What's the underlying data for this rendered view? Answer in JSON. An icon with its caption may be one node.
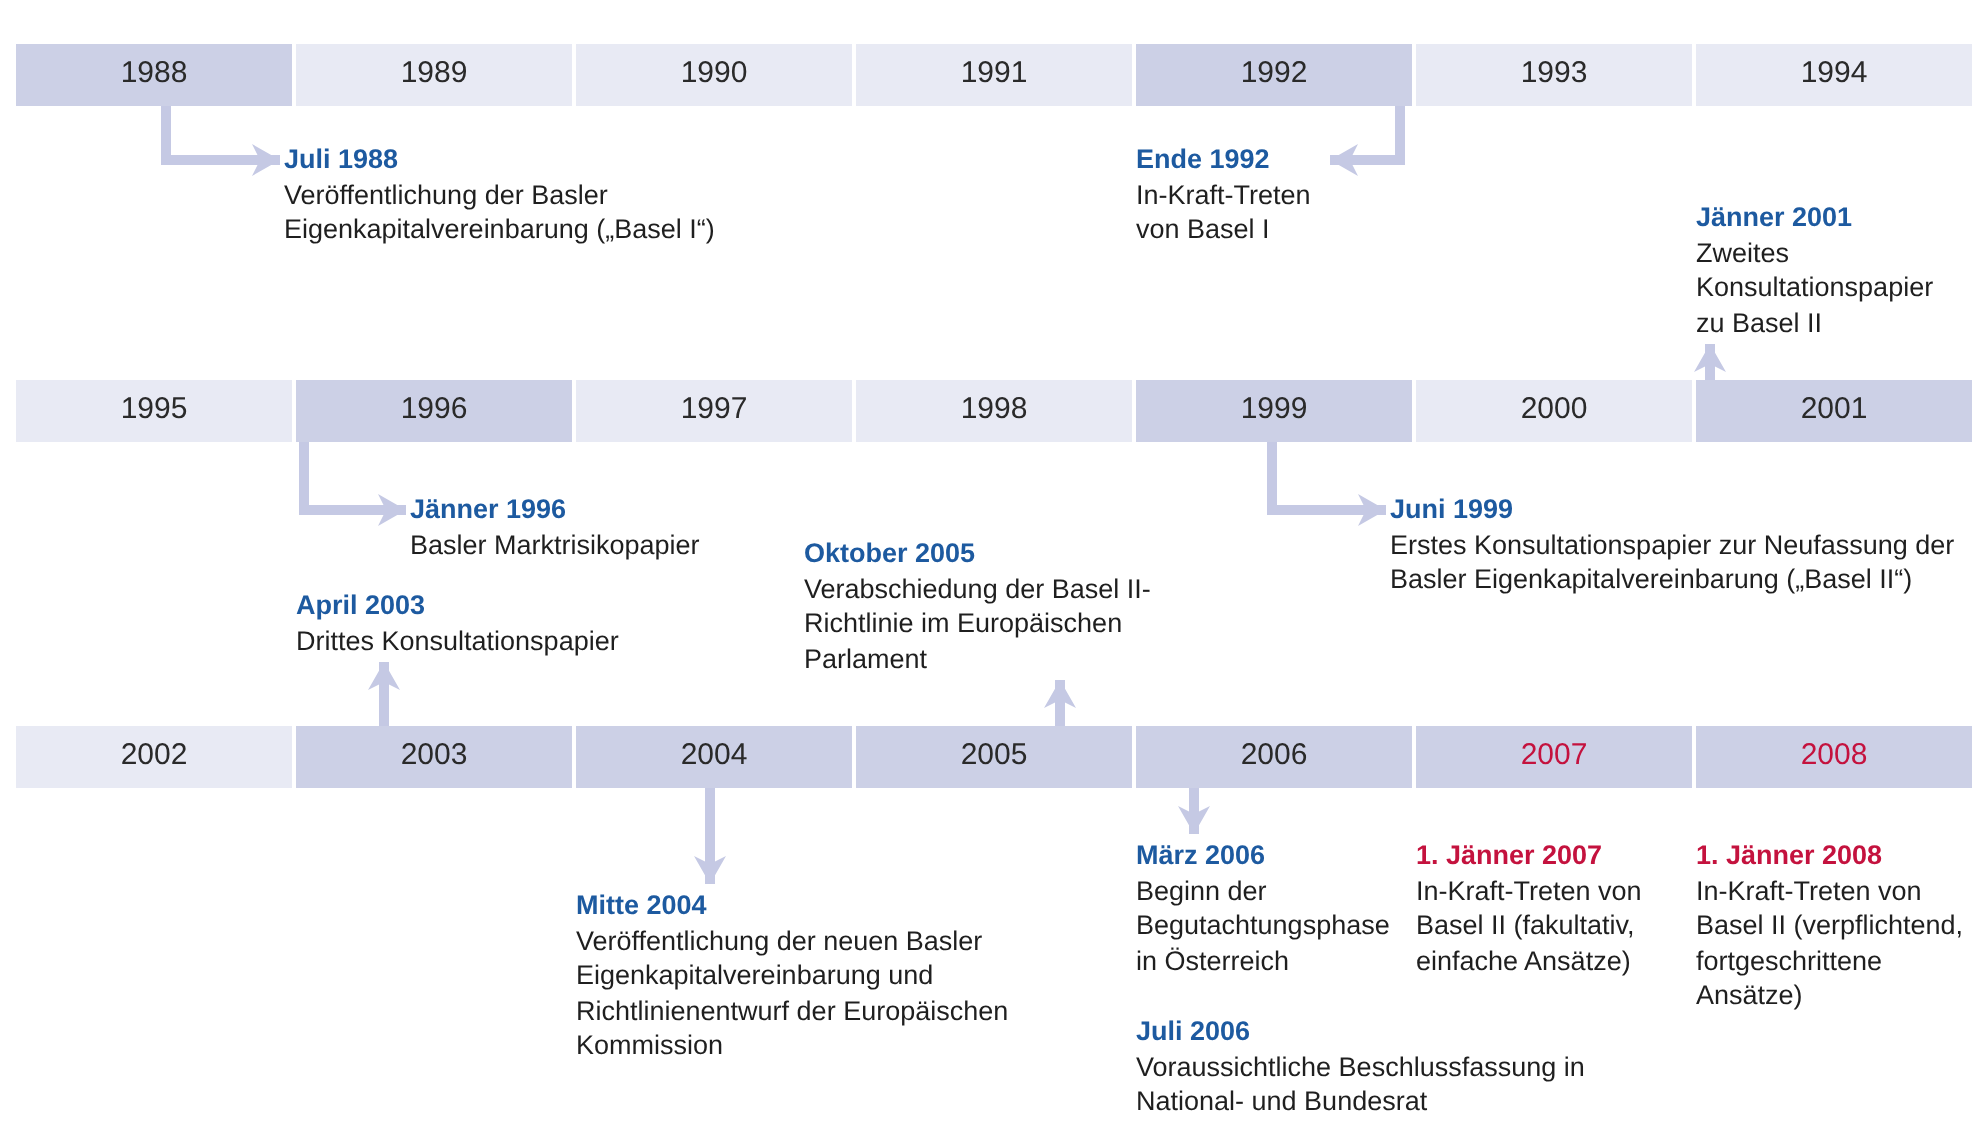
{
  "diagram": {
    "nodes": [
      {
        "text": [
          "1988"
        ]
      },
      {
        "text": [
          "1989"
        ]
      },
      {
        "text": [
          "1990"
        ]
      },
      {
        "text": [
          "1991"
        ]
      },
      {
        "text": [
          "1992"
        ]
      },
      {
        "text": [
          "1993"
        ]
      },
      {
        "text": [
          "1994"
        ]
      },
      {
        "text": [
          "Juli 1988",
          "Veröffentlichung der Basler Eigenkapitalvereinbarung („Basel I“)"
        ]
      },
      {
        "text": [
          "Ende 1992",
          "In-Kraft-Treten von Basel I"
        ]
      },
      {
        "text": [
          "Jänner 2001",
          "Zweites Konsultationspapier zu Basel II"
        ]
      },
      {
        "text": [
          "1995"
        ]
      },
      {
        "text": [
          "1996"
        ]
      },
      {
        "text": [
          "1997"
        ]
      },
      {
        "text": [
          "1998"
        ]
      },
      {
        "text": [
          "1999"
        ]
      },
      {
        "text": [
          "2000"
        ]
      },
      {
        "text": [
          "2001"
        ]
      },
      {
        "text": [
          "Jänner 1996",
          "Basler Marktrisikopapier"
        ]
      },
      {
        "text": [
          "Juni 1999",
          "Erstes Konsultationspapier zur Neufassung der Basler Eigenkapitalvereinbarung („Basel II“)"
        ]
      },
      {
        "text": [
          "April 2003",
          "Drittes Konsultationspapier"
        ]
      },
      {
        "text": [
          "Oktober 2005",
          "Verabschiedung der Basel II-Richtlinie im Europäischen Parlament"
        ]
      },
      {
        "text": [
          "2002"
        ]
      },
      {
        "text": [
          "2003"
        ]
      },
      {
        "text": [
          "2004"
        ]
      },
      {
        "text": [
          "2005"
        ]
      },
      {
        "text": [
          "2006"
        ]
      },
      {
        "text": [
          "2007"
        ]
      },
      {
        "text": [
          "2008"
        ]
      },
      {
        "text": [
          "Mitte 2004",
          "Veröffentlichung der neuen Basler Eigenkapitalvereinbarung und Richtlinienentwurf der Europäischen Kommission"
        ]
      },
      {
        "text": [
          "März 2006",
          "Beginn der Begutachtungsphase in Österreich"
        ]
      },
      {
        "text": [
          "1. Jänner 2007",
          "In-Kraft-Treten von Basel II (fakultativ, einfache Ansätze)"
        ]
      },
      {
        "text": [
          "1. Jänner 2008",
          "In-Kraft-Treten von Basel II (verpflichtend, fortgeschrittene Ansätze)"
        ]
      },
      {
        "text": [
          "Juli 2006",
          "Voraussichtliche Beschlussfassung in National- und Bundesrat"
        ]
      }
    ],
    "edges": [
      {
        "from": 0,
        "to": 7,
        "arrow": "to"
      },
      {
        "from": 4,
        "to": 8,
        "arrow": "to"
      },
      {
        "from": 16,
        "to": 9,
        "arrow": "to"
      },
      {
        "from": 11,
        "to": 17,
        "arrow": "to"
      },
      {
        "from": 14,
        "to": 18,
        "arrow": "to"
      },
      {
        "from": 22,
        "to": 19,
        "arrow": "to"
      },
      {
        "from": 24,
        "to": 20,
        "arrow": "to"
      },
      {
        "from": 23,
        "to": 28,
        "arrow": "to"
      },
      {
        "from": 25,
        "to": 29,
        "arrow": "to"
      }
    ]
  }
}
